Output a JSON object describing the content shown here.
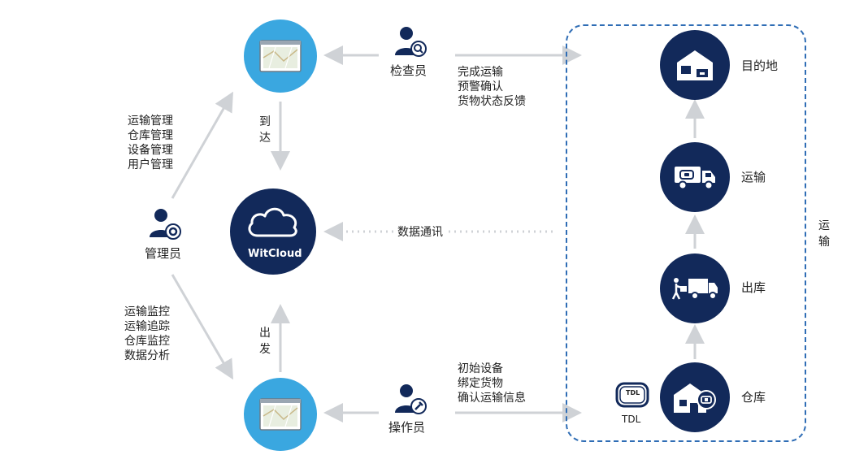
{
  "nodes": {
    "cloud_label": "WitCloud",
    "admin": "管理员",
    "inspector": "检查员",
    "operator": "操作员",
    "destination": "目的地",
    "transport": "运输",
    "outbound": "出库",
    "warehouse": "仓库",
    "tdl": "TDL",
    "tdl_tag": "TDL"
  },
  "admin_functions_top": [
    "运输管理",
    "仓库管理",
    "设备管理",
    "用户管理"
  ],
  "admin_functions_bottom": [
    "运输监控",
    "运输追踪",
    "仓库监控",
    "数据分析"
  ],
  "inspector_tasks": [
    "完成运输",
    "预警确认",
    "货物状态反馈"
  ],
  "operator_tasks": [
    "初始设备",
    "绑定货物",
    "确认运输信息"
  ],
  "edges": {
    "arrive": "到达",
    "depart": "出发",
    "data_comm": "数据通讯",
    "transport_side": "运输"
  },
  "colors": {
    "navy": "#12295a",
    "sky": "#3aa7e0",
    "dashed": "#2f6db5",
    "arrow": "#cfd2d6"
  }
}
